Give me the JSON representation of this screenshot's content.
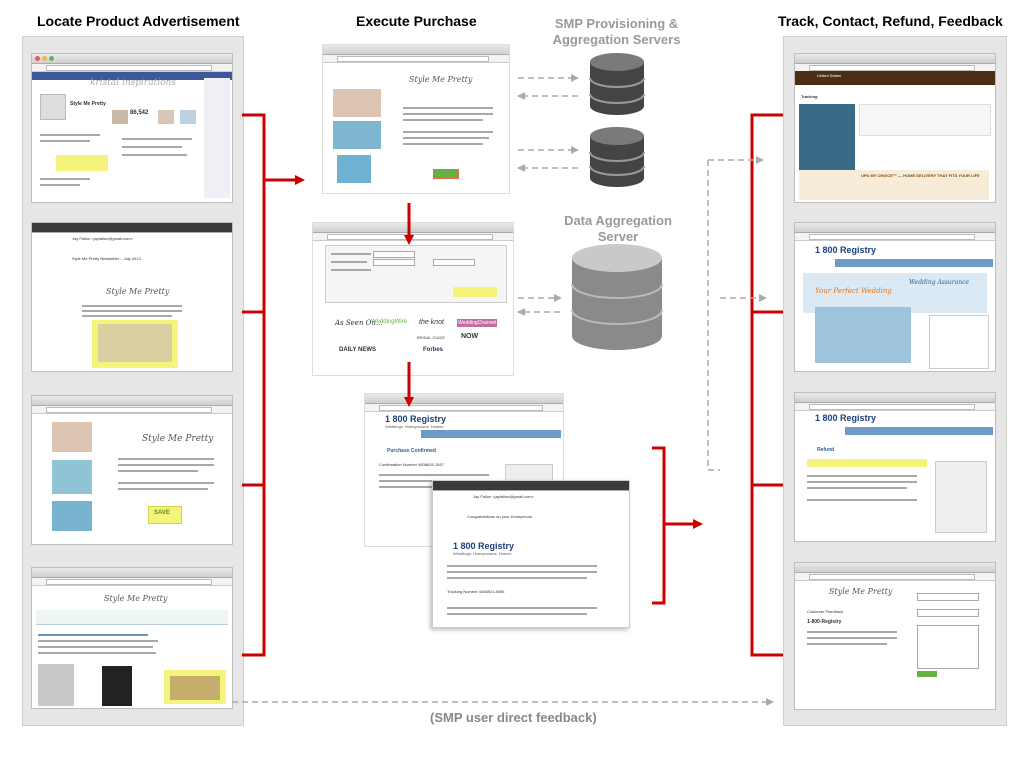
{
  "headings": {
    "locate": "Locate Product Advertisement",
    "execute": "Execute Purchase",
    "smp_servers": "SMP Provisioning & Aggregation Servers",
    "data_agg": "Data Aggregation Server",
    "track": "Track, Contact, Refund, Feedback"
  },
  "feedback_label": "(SMP user direct feedback)",
  "screens": {
    "facebook_page_title": "Style Me Pretty",
    "facebook_likes": "86,542",
    "email_subject": "Style Me Pretty Newsletter – July 2013",
    "email_from": "Jay Fallon <jayfallon@gmail.com>",
    "save_button": "SAVE",
    "stylemepretty_logo": "Style Me Pretty",
    "registry_name": "1 800 Registry",
    "registry_tagline": "Weddings. Honeymoons. Homes",
    "purchase_confirmed": "Purchase Confirmed",
    "confirmation_number": "Confirmation Number 9838826-1557",
    "email2_subject": "Congratulations on your Honeymoon",
    "tracking_number": "Tracking Number 4408821-8056",
    "ups_header": "United States",
    "ups_tab": "Tracking",
    "ups_choice": "UPS MY CHOICE™ — HOME DELIVERY THAT FITS YOUR LIFE",
    "wedding_banner": "Your Perfect Wedding",
    "wedding_insurance": "Wedding Assurance",
    "refund_heading": "Refund",
    "customer_feedback": "Customer Feedback",
    "feedback_registry": "1-800-Registry",
    "news_logos": [
      "As Seen On...",
      "WeddingWire",
      "the knot",
      "WeddingChannel",
      "DAILY NEWS",
      "Forbes",
      "BRIDAL GUIDE",
      "NOW"
    ]
  },
  "colors": {
    "red_arrow": "#cc0000",
    "server_gray": "#9a9a9a",
    "registry_blue": "#1d3f7a",
    "highlight_yellow": "#f4f37a",
    "fb_blue": "#3b5998"
  }
}
